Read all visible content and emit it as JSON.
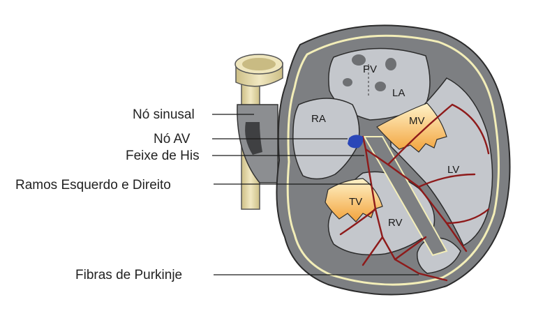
{
  "labels": {
    "sinus_node": "Nó sinusal",
    "av_node": "Nó AV",
    "his_bundle": "Feixe de His",
    "bundle_branches": "Ramos Esquerdo e Direito",
    "purkinje": "Fibras de Purkinje"
  },
  "chambers": {
    "pv": "PV",
    "la": "LA",
    "ra": "RA",
    "mv": "MV",
    "lv": "LV",
    "tv": "TV",
    "rv": "RV"
  },
  "colors": {
    "tissue": "#7d7f82",
    "chamber": "#c4c7cc",
    "lining": "#f3eeb8",
    "valve": "#f2a33c",
    "vessel": "#ded6a6",
    "conduction": "#8e1a1a",
    "av_node": "#2a47b8",
    "leader": "#1a1a1a"
  }
}
